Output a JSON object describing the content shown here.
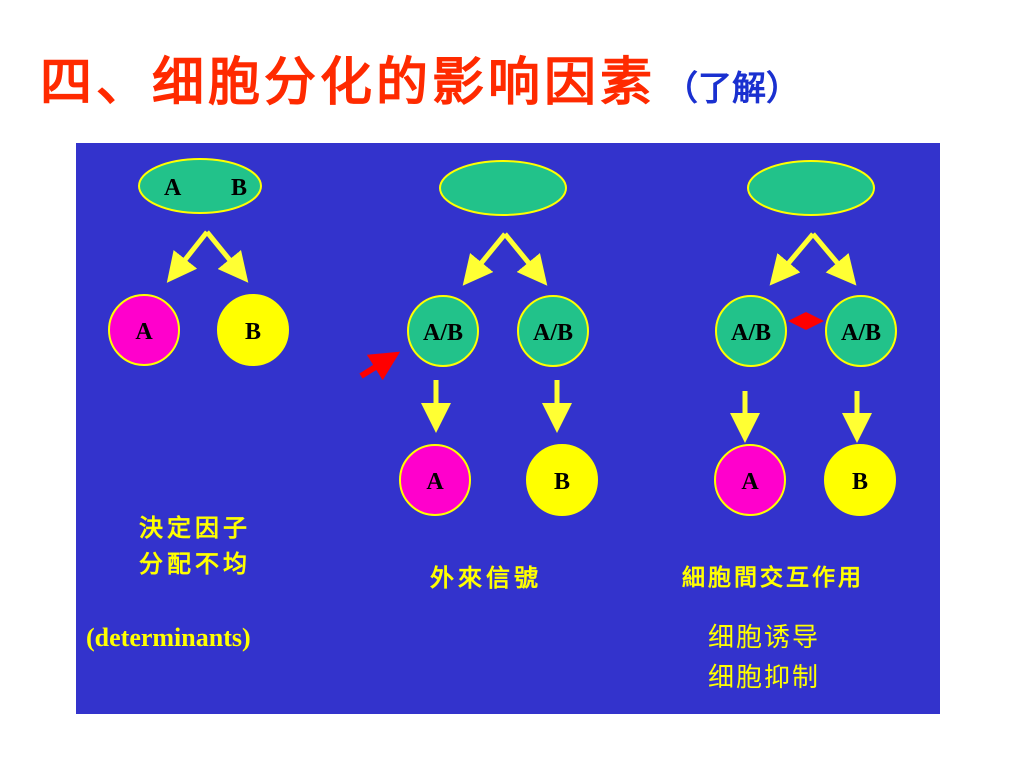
{
  "slide": {
    "title": "四、细胞分化的影响因素",
    "subtitle": "（了解）"
  },
  "colors": {
    "title": "#ff2a00",
    "subtitle": "#1a30d0",
    "panel_bg": "#3333cc",
    "cell_green": "#22c28a",
    "cell_magenta": "#ff00cc",
    "cell_yellow": "#ffff00",
    "arrow_yellow": "#ffff33",
    "arrow_red": "#ff0000",
    "text_yellow": "#ffff00"
  },
  "diagram": {
    "group1": {
      "parent_label_a": "A",
      "parent_label_b": "B",
      "child_a": "A",
      "child_b": "B",
      "caption_line1": "決定因子",
      "caption_line2": "分配不均",
      "english": "(determinants)"
    },
    "group2": {
      "mid_left": "A/B",
      "mid_right": "A/B",
      "child_a": "A",
      "child_b": "B",
      "caption": "外來信號"
    },
    "group3": {
      "mid_left": "A/B",
      "mid_right": "A/B",
      "child_a": "A",
      "child_b": "B",
      "caption": "細胞間交互作用",
      "note_line1": "细胞诱导",
      "note_line2": "细胞抑制"
    }
  }
}
